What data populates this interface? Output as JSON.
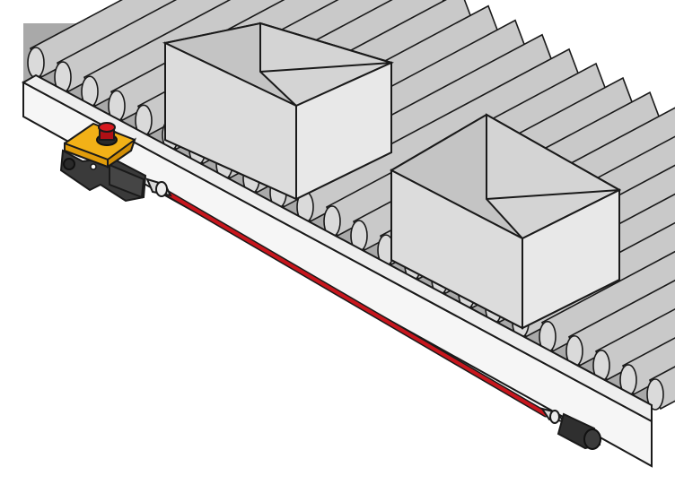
{
  "illustration": {
    "colors": {
      "background": "#ffffff",
      "roller": "#c9c9c9",
      "roller_end": "#dadada",
      "roller_shadow": "#a9a9a9",
      "frame_top": "#eeeeee",
      "frame_side": "#f6f6f6",
      "box_side": "#dcdcdc",
      "box_front": "#e6e6e6",
      "box_inside": "#c4c4c4",
      "outline": "#1a1a1a",
      "switch_housing": "#f2b117",
      "switch_body": "#3a3a3a",
      "estop_button": "#d7191f",
      "pull_wire": "#c8161d",
      "end_terminal": "#2f2f2f",
      "tensioner": "#d9d9d9"
    },
    "parts": [
      "conveyor-rollers",
      "conveyor-side-frame",
      "carton-box-1",
      "carton-box-2",
      "rope-pull-switch",
      "emergency-stop-button",
      "pull-wire",
      "wire-tensioner",
      "wire-end-terminal"
    ]
  }
}
